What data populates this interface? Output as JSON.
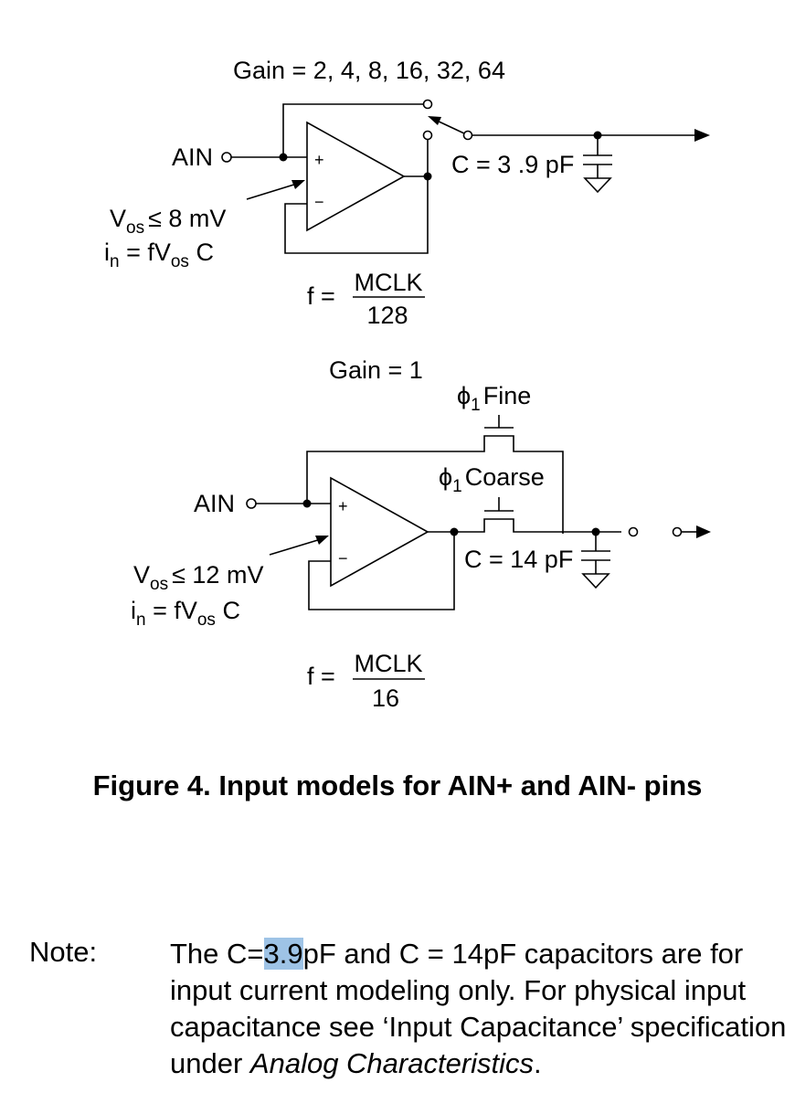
{
  "top_circuit": {
    "gain_label": "Gain = 2, 4, 8, 16, 32, 64",
    "input_label": "AIN",
    "vos_v": "V",
    "vos_sub": "os",
    "vos_rest": "≤ 8 mV",
    "in_i": "i",
    "in_sub": "n",
    "in_mid": " = fV",
    "in_sub2": "os",
    "in_end": " C",
    "cap_label": "C = 3 .9 pF",
    "freq_prefix": "f =",
    "freq_num": "MCLK",
    "freq_den": "128",
    "opamp_plus": "+",
    "opamp_minus": "−"
  },
  "bottom_circuit": {
    "gain_label": "Gain = 1",
    "fine_phi": "ϕ",
    "fine_sub": "1",
    "fine_label": "Fine",
    "coarse_phi": "ϕ",
    "coarse_sub": "1",
    "coarse_label": "Coarse",
    "input_label": "AIN",
    "vos_v": "V",
    "vos_sub": "os",
    "vos_rest": "≤ 12 mV",
    "in_i": "i",
    "in_sub": "n",
    "in_mid": " = fV",
    "in_sub2": "os",
    "in_end": " C",
    "cap_label": "C = 14 pF",
    "freq_prefix": "f =",
    "freq_num": "MCLK",
    "freq_den": "16",
    "opamp_plus": "+",
    "opamp_minus": "−"
  },
  "caption": "Figure 4.  Input models for AIN+ and AIN- pins",
  "note": {
    "label": "Note:",
    "pre": "The C=",
    "highlight": "3.9",
    "post": "pF and C = 14pF capacitors are for input current modeling only. For physical input capacitance see ‘Input Capacitance’ specification under ",
    "emphasis": "Analog Characteristics",
    "end": "."
  },
  "colors": {
    "highlight": "#9ec3e6",
    "ink": "#000000"
  }
}
